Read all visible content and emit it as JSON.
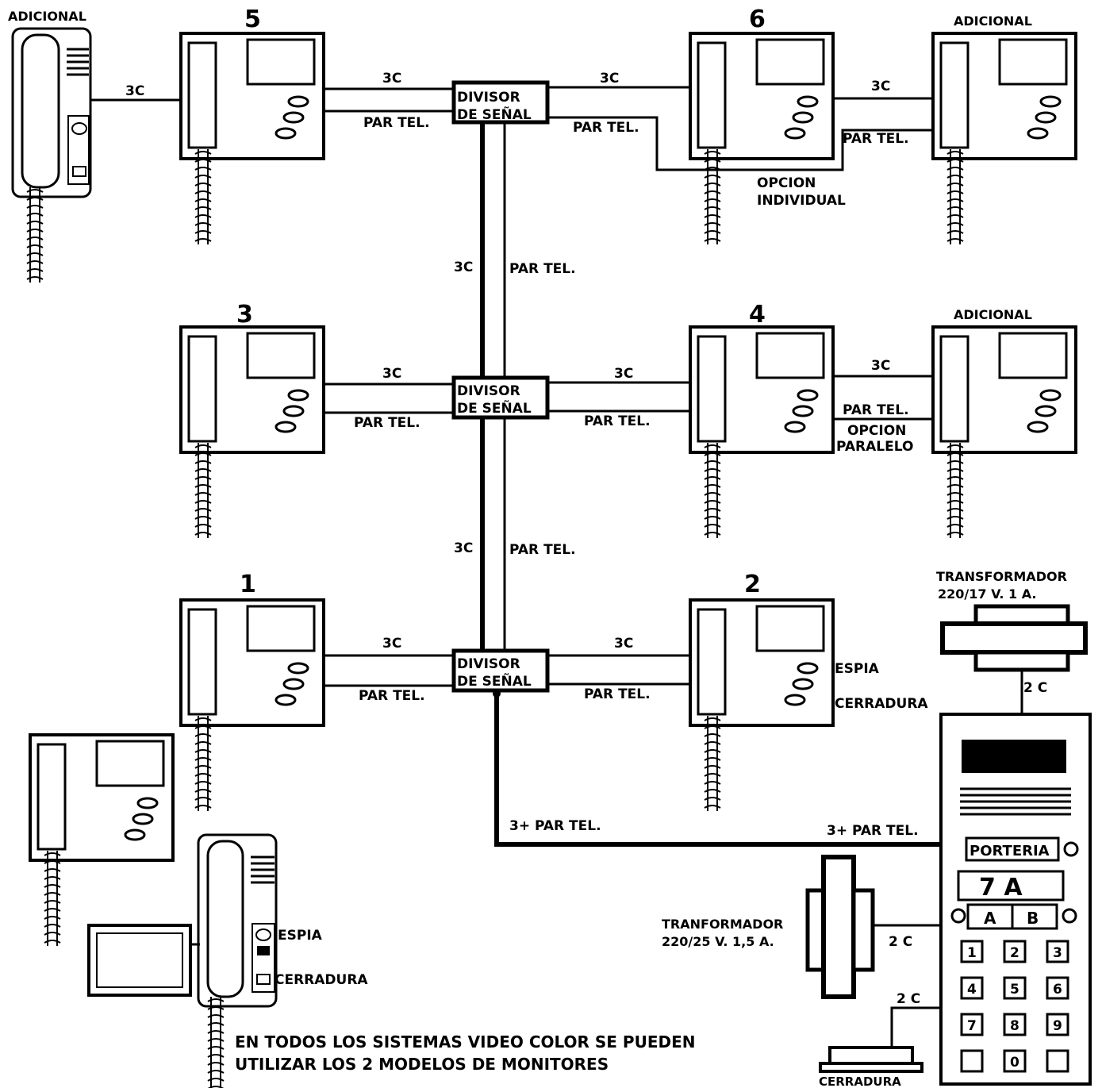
{
  "labels": {
    "adicional": "ADICIONAL",
    "three_c": "3C",
    "par_tel": "PAR TEL.",
    "divisor_line1": "DIVISOR",
    "divisor_line2": "DE SEÑAL",
    "opcion_individual_1": "OPCION",
    "opcion_individual_2": "INDIVIDUAL",
    "opcion_paralelo_1": "OPCION",
    "opcion_paralelo_2": "PARALELO",
    "espia": "ESPIA",
    "cerradura": "CERRADURA",
    "two_c": "2 C",
    "tres_par_tel": "3+ PAR TEL.",
    "transformador_top_1": "TRANSFORMADOR",
    "transformador_top_2": "220/17 V. 1 A.",
    "transformador_mid_1": "TRANFORMADOR",
    "transformador_mid_2": "220/25 V. 1,5 A.",
    "porteria": "PORTERIA",
    "panel_display": "7  A",
    "key_a": "A",
    "key_b": "B",
    "keypad": [
      "1",
      "2",
      "3",
      "4",
      "5",
      "6",
      "7",
      "8",
      "9",
      "",
      "0",
      ""
    ],
    "note_line1": "EN TODOS LOS SISTEMAS VIDEO COLOR SE PUEDEN",
    "note_line2": "UTILIZAR LOS 2 MODELOS  DE MONITORES"
  },
  "monitors": [
    "5",
    "6",
    "3",
    "4",
    "1",
    "2"
  ]
}
